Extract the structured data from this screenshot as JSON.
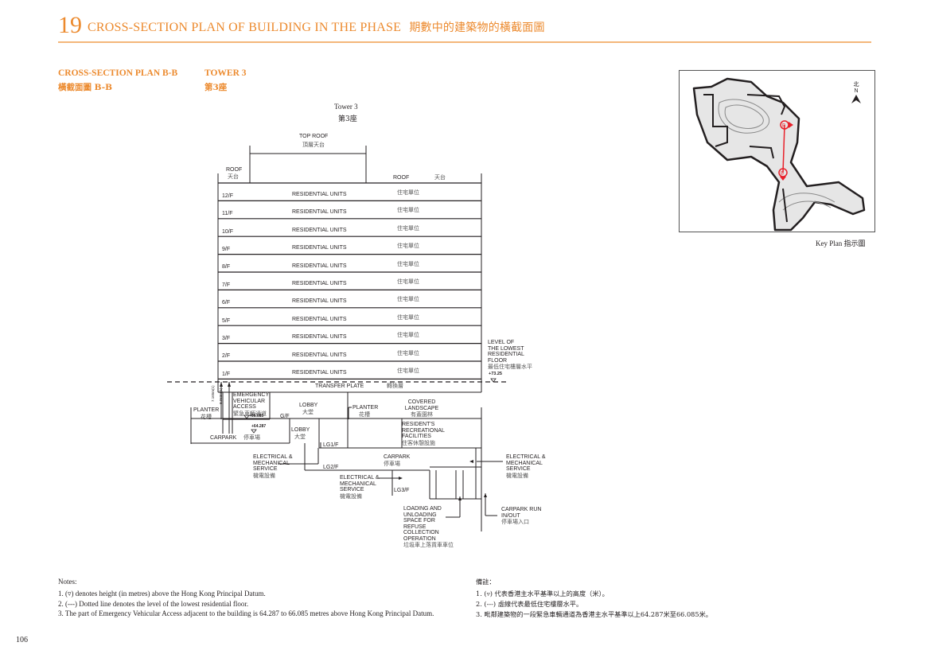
{
  "header": {
    "section_number": "19",
    "title": "CROSS-SECTION PLAN OF BUILDING IN THE PHASE",
    "title_zh": "期數中的建築物的橫截面圖"
  },
  "subheader": {
    "plan_label": "CROSS-SECTION PLAN B-B",
    "plan_label_zh": "橫截面圖 B-B",
    "tower_label": "TOWER 3",
    "tower_label_zh": "第3座"
  },
  "diagram": {
    "tower_title": "Tower 3",
    "tower_title_zh": "第3座",
    "top_roof": "TOP ROOF",
    "top_roof_zh": "頂層天台",
    "roof_left": "ROOF",
    "roof_left_zh": "天台",
    "roof_right": "ROOF",
    "roof_right_zh": "天台",
    "floors": [
      {
        "floor": "12/F",
        "use": "RESIDENTIAL UNITS",
        "use_zh": "住宅單位"
      },
      {
        "floor": "11/F",
        "use": "RESIDENTIAL UNITS",
        "use_zh": "住宅單位"
      },
      {
        "floor": "10/F",
        "use": "RESIDENTIAL UNITS",
        "use_zh": "住宅單位"
      },
      {
        "floor": "9/F",
        "use": "RESIDENTIAL UNITS",
        "use_zh": "住宅單位"
      },
      {
        "floor": "8/F",
        "use": "RESIDENTIAL UNITS",
        "use_zh": "住宅單位"
      },
      {
        "floor": "7/F",
        "use": "RESIDENTIAL UNITS",
        "use_zh": "住宅單位"
      },
      {
        "floor": "6/F",
        "use": "RESIDENTIAL UNITS",
        "use_zh": "住宅單位"
      },
      {
        "floor": "5/F",
        "use": "RESIDENTIAL UNITS",
        "use_zh": "住宅單位"
      },
      {
        "floor": "3/F",
        "use": "RESIDENTIAL UNITS",
        "use_zh": "住宅單位"
      },
      {
        "floor": "2/F",
        "use": "RESIDENTIAL UNITS",
        "use_zh": "住宅單位"
      },
      {
        "floor": "1/F",
        "use": "RESIDENTIAL UNITS",
        "use_zh": "住宅單位"
      }
    ],
    "transfer_plate": "TRANSFER PLATE",
    "transfer_plate_zh": "轉換層",
    "lowest_level": {
      "lines": [
        "LEVEL OF",
        "THE LOWEST",
        "RESIDENTIAL",
        "FLOOR"
      ],
      "zh": "最低住宅樓層水平",
      "value": "+73.25"
    },
    "planter_left": "PLANTER",
    "planter_left_zh": "花槽",
    "dim_1": "7.165m(1)",
    "dim_2": "8.963m(1)",
    "eva": {
      "lines": [
        "EMERGENCY",
        "VEHICULAR",
        "ACCESS"
      ],
      "zh": "緊急車輛通道",
      "level_upper": "+66.085",
      "level_lower": "+64.287"
    },
    "gf": "G/F",
    "lobby_gf": "LOBBY",
    "lobby_gf_zh": "大堂",
    "planter_right": "PLANTER",
    "planter_right_zh": "花槽",
    "covered_landscape": [
      "COVERED",
      "LANDSCAPE"
    ],
    "covered_landscape_zh": "有蓋園林",
    "carpark_left": "CARPARK",
    "carpark_left_zh": "停車場",
    "lobby_lg1": "LOBBY",
    "lobby_lg1_zh": "大堂",
    "lg1": "LG1/F",
    "recreational": [
      "RESIDENT'S",
      "RECREATIONAL",
      "FACILITIES"
    ],
    "recreational_zh": "住客休憩設施",
    "em_left": [
      "ELECTRICAL &",
      "MECHANICAL",
      "SERVICE"
    ],
    "em_left_zh": "機電設備",
    "lg2": "LG2/F",
    "carpark_lg2": "CARPARK",
    "carpark_lg2_zh": "停車場",
    "em_right": [
      "ELECTRICAL &",
      "MECHANICAL",
      "SERVICE"
    ],
    "em_right_zh": "機電設備",
    "em_mid": [
      "ELECTRICAL &",
      "MECHANICAL",
      "SERVICE"
    ],
    "em_mid_zh": "機電設備",
    "lg3": "LG3/F",
    "loading": [
      "LOADING AND",
      "UNLOADING",
      "SPACE FOR",
      "REFUSE",
      "COLLECTION",
      "OPERATION"
    ],
    "loading_zh": "垃圾車上落貨車車位",
    "carpark_run": [
      "CARPARK RUN",
      "IN/OUT"
    ],
    "carpark_run_zh": "停車場入口"
  },
  "key_plan": {
    "north_zh": "北",
    "north": "N",
    "section_marker": "B",
    "caption": "Key Plan 指示圖",
    "section_color": "#e8202a"
  },
  "notes": {
    "title": "Notes:",
    "items": [
      "1. (▿) denotes height (in metres) above the Hong Kong Principal Datum.",
      "2. (---) Dotted line denotes the level of the lowest residential floor.",
      "3. The part of Emergency Vehicular Access adjacent to the building is 64.287 to 66.085 metres above Hong Kong Principal Datum."
    ],
    "title_zh": "備註：",
    "items_zh": [
      "1. (▿) 代表香港主水平基準以上的高度（米）。",
      "2. (---) 虛線代表最低住宅樓層水平。",
      "3. 毗鄰建築物的一段緊急車輛通道為香港主水平基準以上64.287米至66.085米。"
    ]
  },
  "page_number": "106",
  "colors": {
    "accent": "#ec8a2e",
    "rule": "#f4b77a",
    "line": "#231f20"
  }
}
